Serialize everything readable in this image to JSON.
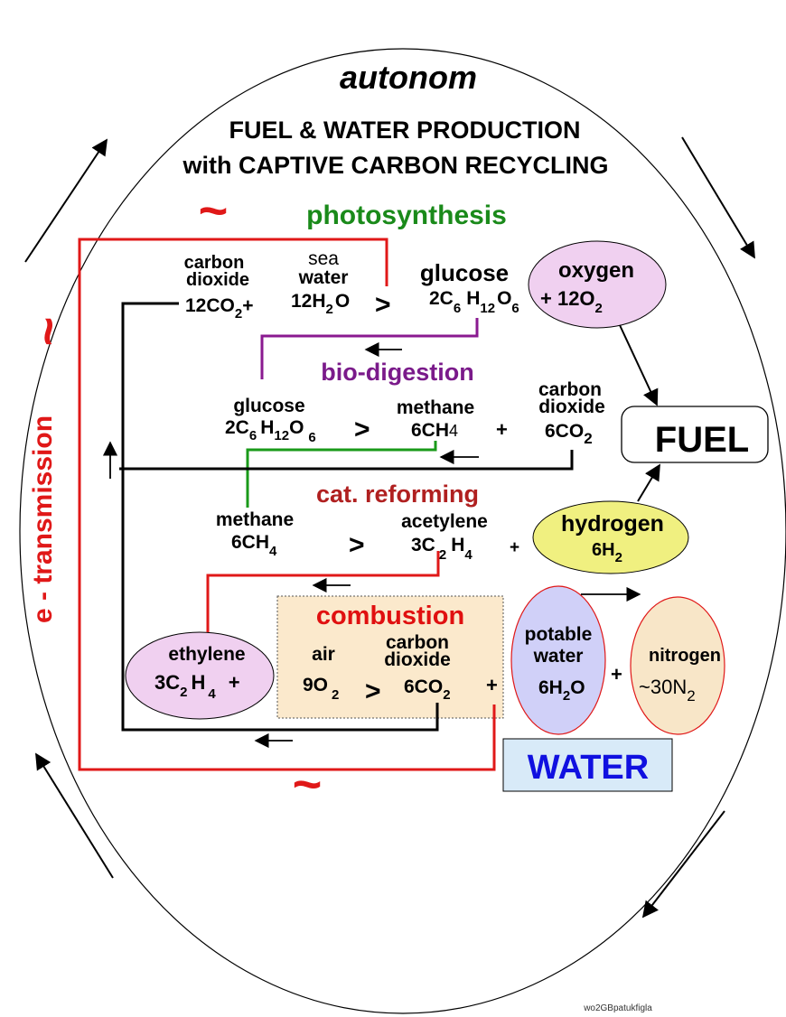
{
  "title": {
    "brand": "autonom",
    "line1": "FUEL & WATER PRODUCTION",
    "line2": "with CAPTIVE  CARBON  RECYCLING"
  },
  "side_label": "e - transmission",
  "tilde": "~",
  "stages": {
    "photosynthesis": "photosynthesis",
    "bio_digestion": "bio-digestion",
    "cat_reforming": "cat. reforming",
    "combustion": "combustion"
  },
  "eq1": {
    "co2_label_1": "carbon",
    "co2_label_2": "dioxide",
    "co2_formula": "12CO",
    "co2_sub": "2",
    "plus": "+",
    "water_label_1": "sea",
    "water_label_2": "water",
    "water_formula_a": "12H",
    "water_sub": "2",
    "water_formula_b": "O",
    "arrow": ">",
    "glucose_label": "glucose",
    "glucose_a": "2C",
    "glucose_s1": "6",
    "glucose_b": "H",
    "glucose_s2": "12",
    "glucose_c": "O",
    "glucose_s3": "6",
    "oxygen_label": "oxygen",
    "oxygen_formula": "+ 12O",
    "oxygen_sub": "2"
  },
  "eq2": {
    "glucose_label": "glucose",
    "glucose_a": "2C",
    "glucose_s1": "6",
    "glucose_b": "H",
    "glucose_s2": "12",
    "glucose_c": "O",
    "glucose_s3": "6",
    "arrow": ">",
    "methane_label": "methane",
    "methane_formula": "6CH",
    "methane_sub": "4",
    "plus": "+",
    "co2_label_1": "carbon",
    "co2_label_2": "dioxide",
    "co2_formula": "6CO",
    "co2_sub": "2"
  },
  "eq3": {
    "methane_label": "methane",
    "methane_formula": "6CH",
    "methane_sub": "4",
    "arrow": ">",
    "acetylene_label": "acetylene",
    "acetylene_a": "3C",
    "acetylene_s1": "2",
    "acetylene_b": "H",
    "acetylene_s2": "4",
    "plus": "+",
    "hydrogen_label": "hydrogen",
    "hydrogen_formula": "6H",
    "hydrogen_sub": "2"
  },
  "eq4": {
    "ethylene_label": "ethylene",
    "ethylene_a": "3C",
    "ethylene_s1": "2",
    "ethylene_b": "H",
    "ethylene_s2": "4",
    "plus1": "+",
    "air_label": "air",
    "air_formula": "9O",
    "air_sub": "2",
    "arrow": ">",
    "co2_label_1": "carbon",
    "co2_label_2": "dioxide",
    "co2_formula": "6CO",
    "co2_sub": "2",
    "plus2": "+",
    "water_label_1": "potable",
    "water_label_2": "water",
    "water_formula_a": "6H",
    "water_sub": "2",
    "water_formula_b": "O",
    "plus3": "+",
    "nitrogen_label": "nitrogen",
    "nitrogen_formula": "~30N",
    "nitrogen_sub": "2"
  },
  "outputs": {
    "fuel": "FUEL",
    "water": "WATER"
  },
  "watermark": "wo2GBpatukfigla",
  "colors": {
    "photosynthesis": "#1a8a1a",
    "bio_digestion": "#7a1a8a",
    "cat_reforming": "#b02020",
    "combustion": "#e01010",
    "red_line": "#e01818",
    "purple_line": "#8a1a90",
    "green_line": "#1a9a1a",
    "water_text": "#1010e0",
    "oxygen_fill": "#f0d0f0",
    "hydrogen_fill": "#f0f080",
    "ethylene_fill": "#f0d0f0",
    "potable_fill": "#d0d0f8",
    "nitrogen_fill": "#f8e6c8",
    "combustion_box_fill": "#fbe9cc",
    "water_box_fill": "#d8eaf8"
  }
}
